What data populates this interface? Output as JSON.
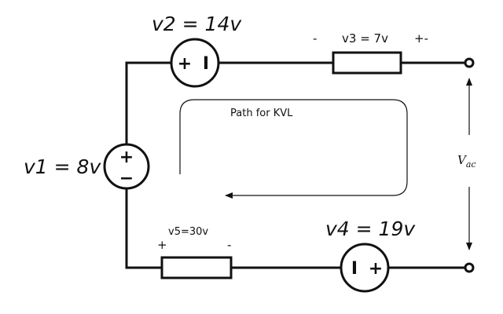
{
  "sources": {
    "v1": "v1 = 8v",
    "v2": "v2 = 14v",
    "v4": "v4 = 19v"
  },
  "resistors": {
    "v3": {
      "label": "v3 = 7v",
      "left_sign": "-",
      "right_sign": "+-"
    },
    "v5": {
      "label": "v5=30v",
      "left_sign": "+",
      "right_sign": "-"
    }
  },
  "loop": {
    "label": "Path for KVL"
  },
  "output": {
    "base": "V",
    "subscript": "ac"
  },
  "symbols": {
    "plus": "+",
    "minus": "−",
    "bar": "I"
  }
}
